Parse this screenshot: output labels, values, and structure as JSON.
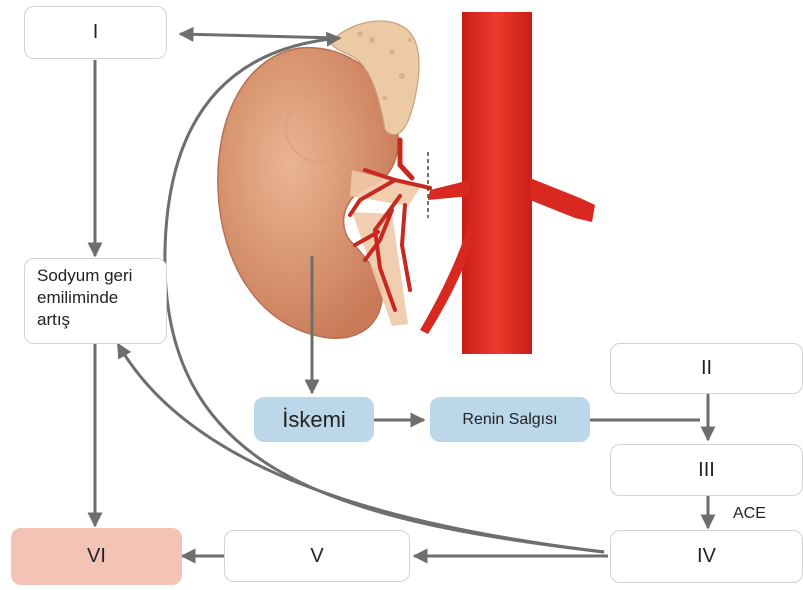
{
  "boxes": {
    "box_1": "I",
    "sodium": "Sodyum geri\nemiliminde\nartış",
    "ischemia": "İskemi",
    "renin": "Renin Salgısı",
    "box_2": "II",
    "box_3": "III",
    "box_4": "IV",
    "box_5": "V",
    "box_6": "VI"
  },
  "labels": {
    "ace": "ACE"
  },
  "colors": {
    "arrow": "#6e6e6e",
    "blue_box": "#bcd7ea",
    "pink_box": "#f3c3b6",
    "kidney": "#e3a27e",
    "aorta": "#e22c24",
    "adrenal": "#edc9a6"
  }
}
